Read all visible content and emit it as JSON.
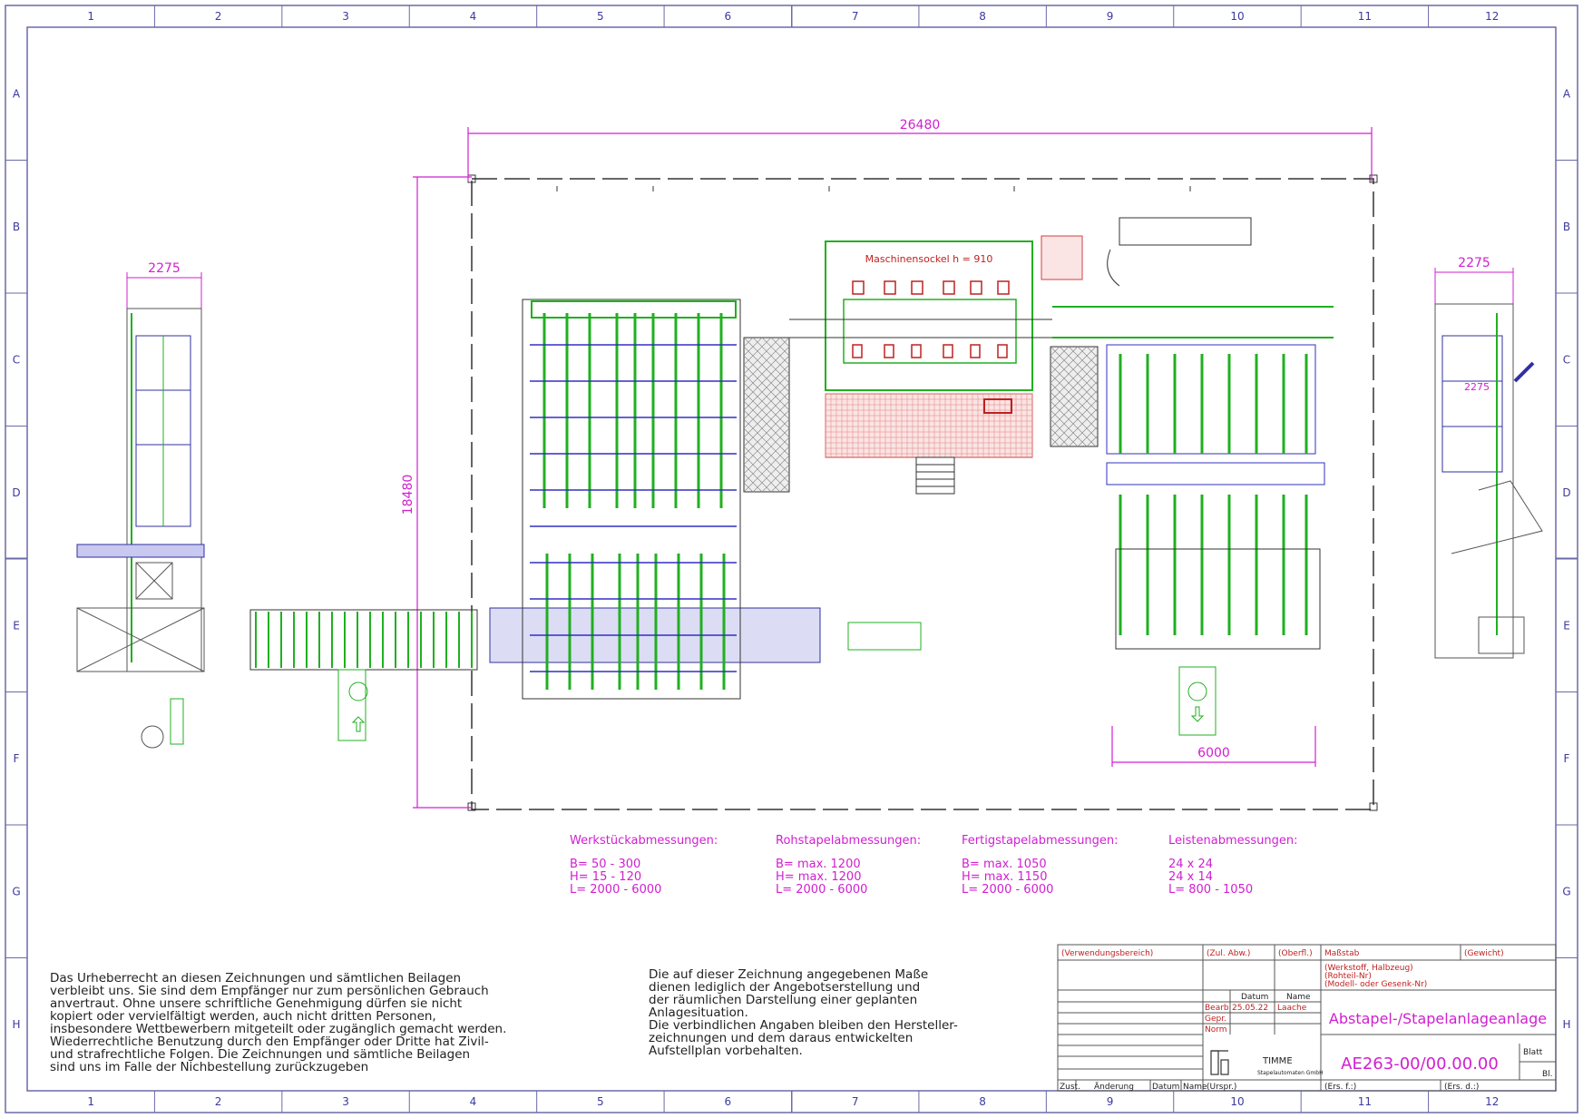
{
  "frame": {
    "columns": [
      "1",
      "2",
      "3",
      "4",
      "5",
      "6",
      "7",
      "8",
      "9",
      "10",
      "11",
      "12"
    ],
    "rows": [
      "A",
      "B",
      "C",
      "D",
      "E",
      "F",
      "G",
      "H"
    ]
  },
  "dimensions": {
    "overall_width": "26480",
    "overall_height": "18480",
    "left_view_width": "2275",
    "right_view_width": "2275",
    "stacker_width": "6000",
    "right_view_inner": "2275"
  },
  "labels": {
    "machine_base": "Maschinensockel h = 910"
  },
  "specs": [
    {
      "title": "Werkstückabmessungen:",
      "lines": [
        "B=  50  -  300",
        "H=  15  -  120",
        "L=  2000  -  6000"
      ]
    },
    {
      "title": "Rohstapelabmessungen:",
      "lines": [
        "B=  max. 1200",
        "H=  max. 1200",
        "L=  2000  -  6000"
      ]
    },
    {
      "title": "Fertigstapelabmessungen:",
      "lines": [
        "B=  max. 1050",
        "H=  max. 1150",
        "L=  2000  -  6000"
      ]
    },
    {
      "title": "Leistenabmessungen:",
      "lines": [
        "24  x  24",
        "24  x  14",
        "L=  800  -  1050"
      ]
    }
  ],
  "copyright": [
    "Das Urheberrecht an diesen Zeichnungen und sämtlichen Beilagen",
    "verbleibt uns. Sie sind dem Empfänger nur zum persönlichen Gebrauch",
    "anvertraut. Ohne unsere schriftliche Genehmigung dürfen sie nicht",
    "kopiert oder vervielfältigt werden, auch nicht dritten Personen,",
    "insbesondere Wettbewerbern mitgeteilt oder zugänglich gemacht werden.",
    "Wiederrechtliche Benutzung durch den Empfänger oder Dritte hat Zivil-",
    "und strafrechtliche Folgen. Die Zeichnungen und sämtliche Beilagen",
    "sind uns im Falle der Nichbestellung zurückzugeben"
  ],
  "disclaimer": [
    "Die auf dieser Zeichnung angegebenen Maße",
    "dienen lediglich der Angebotserstellung und",
    "der räumlichen Darstellung einer geplanten",
    "Anlagesituation.",
    "Die verbindlichen Angaben bleiben den Hersteller-",
    "zeichnungen und dem daraus entwickelten",
    "Aufstellplan vorbehalten."
  ],
  "title_block": {
    "verwendungsbereich": "(Verwendungsbereich)",
    "zul_abw": "(Zul. Abw.)",
    "oberfl": "(Oberfl.)",
    "massstab": "Maßstab",
    "gewicht": "(Gewicht)",
    "werkstoff_lines": [
      "(Werkstoff, Halbzeug)",
      "(Rohteil-Nr)",
      "(Modell- oder Gesenk-Nr)"
    ],
    "datum": "Datum",
    "name": "Name",
    "bearb": "Bearb.",
    "bearb_date": "25.05.22",
    "bearb_name": "Laache",
    "gepr": "Gepr.",
    "norm": "Norm",
    "title": "Abstapel-/Stapelanlageanlage",
    "company": "TIMME",
    "company_sub": "Stapelautomaten GmbH",
    "drawing_no": "AE263-00/00.00.00",
    "blatt": "Blatt",
    "bl": "Bl.",
    "zust": "Zust.",
    "aenderung": "Änderung",
    "datum2": "Datum",
    "name2": "Name",
    "urspr": "(Urspr.)",
    "ers_f": "(Ers. f.:)",
    "ers_d": "(Ers. d.:)"
  }
}
